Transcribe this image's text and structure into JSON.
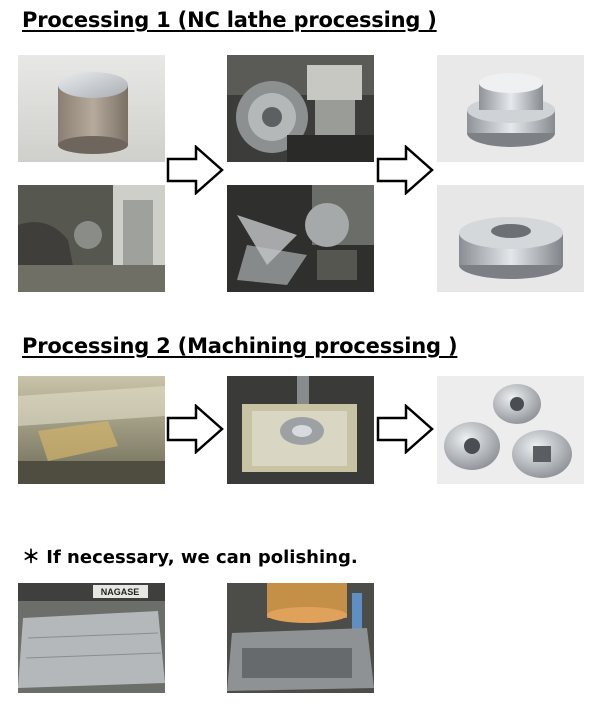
{
  "sections": {
    "processing1": {
      "title": "Processing 1 (NC lathe processing )"
    },
    "processing2": {
      "title": "Processing 2 (Machining processing )"
    },
    "polishing": {
      "note": "＊ If necessary,  we can polishing.",
      "machine_brand_text": "NAGASE"
    }
  },
  "icons": {
    "flow_arrow": "right-arrow-icon"
  },
  "colors": {
    "text": "#000000",
    "arrow_fill": "#ffffff",
    "arrow_stroke": "#000000",
    "metal": "#b9bcc0"
  }
}
